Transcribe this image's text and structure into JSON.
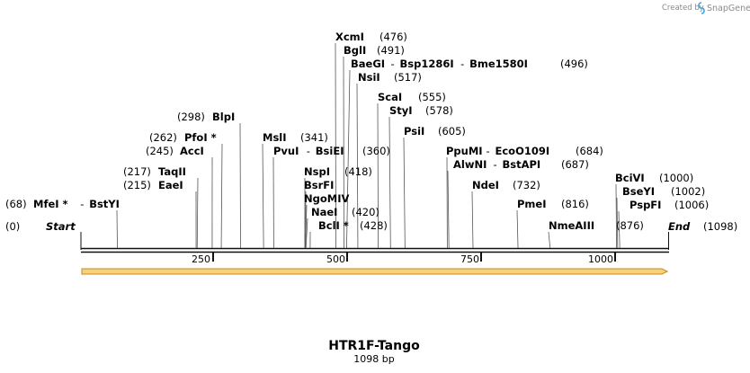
{
  "credit": {
    "prefix": "Created by",
    "brand": "SnapGene",
    "logo_icon": "snapgene-logo-icon"
  },
  "map": {
    "name": "HTR1F-Tango",
    "length_label": "1098 bp",
    "length": 1098,
    "start_label": "Start",
    "start_pos": "(0)",
    "end_label": "End",
    "end_pos": "(1098)",
    "axis_ticks": [
      "250",
      "500",
      "750",
      "1000"
    ],
    "strand_colors": {
      "backbone": "#111111",
      "arrow_fill": "#f7d27a",
      "arrow_stroke": "#c68b19"
    }
  },
  "sites": [
    {
      "name": "MfeI *",
      "alt": [
        "BstYI"
      ],
      "pos": "(68)",
      "bp": 68
    },
    {
      "name": "EaeI",
      "alt": [],
      "pos": "(215)",
      "bp": 215
    },
    {
      "name": "TaqII",
      "alt": [],
      "pos": "(217)",
      "bp": 217
    },
    {
      "name": "AccI",
      "alt": [],
      "pos": "(245)",
      "bp": 245
    },
    {
      "name": "PfoI *",
      "alt": [],
      "pos": "(262)",
      "bp": 262
    },
    {
      "name": "BlpI",
      "alt": [],
      "pos": "(298)",
      "bp": 298
    },
    {
      "name": "MslI",
      "alt": [],
      "pos": "(341)",
      "bp": 341
    },
    {
      "name": "PvuI",
      "alt": [
        "BsiEI"
      ],
      "pos": "(360)",
      "bp": 360
    },
    {
      "name": "NspI",
      "alt": [],
      "pos": "(418)",
      "bp": 418
    },
    {
      "name": "BsrFI",
      "alt": [],
      "pos": "",
      "bp": 419
    },
    {
      "name": "NgoMIV",
      "alt": [],
      "pos": "",
      "bp": 419
    },
    {
      "name": "NaeI",
      "alt": [],
      "pos": "(420)",
      "bp": 420
    },
    {
      "name": "BclI *",
      "alt": [],
      "pos": "(428)",
      "bp": 428
    },
    {
      "name": "XcmI",
      "alt": [],
      "pos": "(476)",
      "bp": 476
    },
    {
      "name": "BglI",
      "alt": [],
      "pos": "(491)",
      "bp": 491
    },
    {
      "name": "BaeGI",
      "alt": [
        "Bsp1286I",
        "Bme1580I"
      ],
      "pos": "(496)",
      "bp": 496
    },
    {
      "name": "NsiI",
      "alt": [],
      "pos": "(517)",
      "bp": 517
    },
    {
      "name": "ScaI",
      "alt": [],
      "pos": "(555)",
      "bp": 555
    },
    {
      "name": "StyI",
      "alt": [],
      "pos": "(578)",
      "bp": 578
    },
    {
      "name": "PsiI",
      "alt": [],
      "pos": "(605)",
      "bp": 605
    },
    {
      "name": "PpuMI",
      "alt": [
        "EcoO109I"
      ],
      "pos": "(684)",
      "bp": 684
    },
    {
      "name": "AlwNI",
      "alt": [
        "BstAPI"
      ],
      "pos": "(687)",
      "bp": 687
    },
    {
      "name": "NdeI",
      "alt": [],
      "pos": "(732)",
      "bp": 732
    },
    {
      "name": "PmeI",
      "alt": [],
      "pos": "(816)",
      "bp": 816
    },
    {
      "name": "NmeAIII",
      "alt": [],
      "pos": "(876)",
      "bp": 876
    },
    {
      "name": "BciVI",
      "alt": [],
      "pos": "(1000)",
      "bp": 1000
    },
    {
      "name": "BseYI",
      "alt": [],
      "pos": "(1002)",
      "bp": 1002
    },
    {
      "name": "PspFI",
      "alt": [],
      "pos": "(1006)",
      "bp": 1006
    }
  ]
}
